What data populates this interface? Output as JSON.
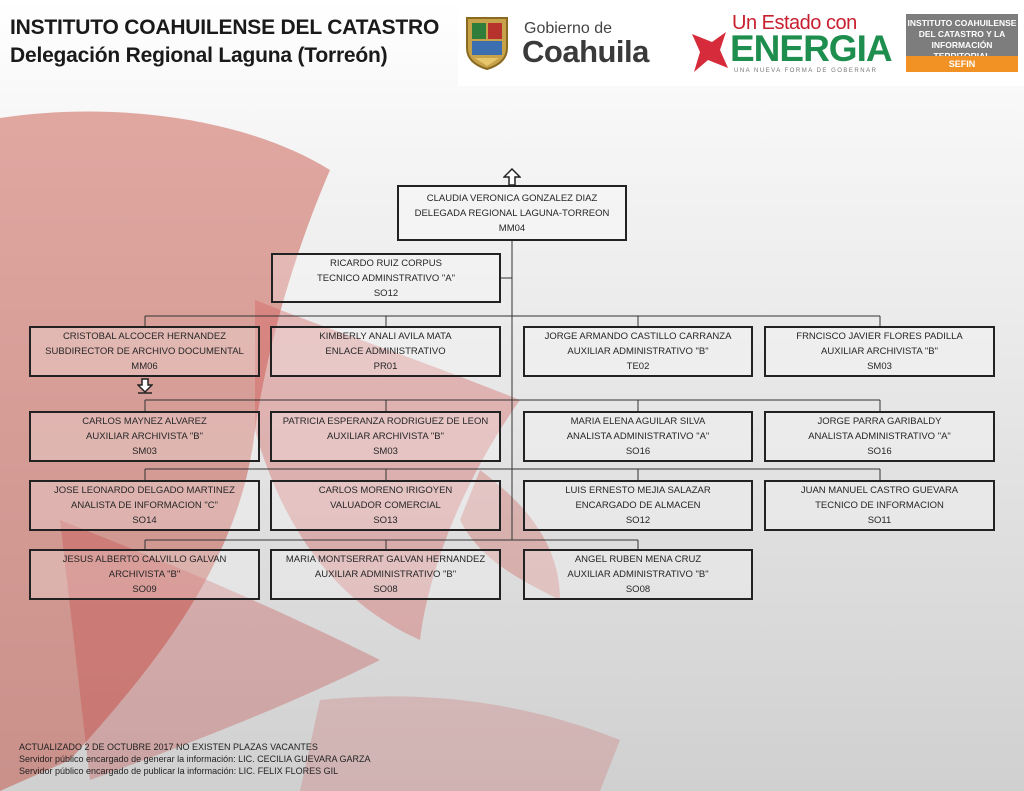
{
  "header": {
    "title_line1": "INSTITUTO COAHUILENSE DEL CATASTRO",
    "title_line2": "Delegación Regional Laguna (Torreón)"
  },
  "logos": {
    "gobierno_small": "Gobierno de",
    "gobierno_big": "Coahuila",
    "estado_small": "Un Estado con",
    "estado_big": "ENERGIA",
    "estado_tagline": "UNA NUEVA FORMA DE GOBERNAR",
    "institute_line1": "INSTITUTO COAHUILENSE",
    "institute_line2": "DEL CATASTRO Y LA",
    "institute_line3": "INFORMACIÓN TERRITORIAL",
    "institute_badge": "SEFIN"
  },
  "nodes": [
    {
      "name": "CLAUDIA VERONICA GONZALEZ DIAZ",
      "role": "DELEGADA REGIONAL LAGUNA-TORREON",
      "code": "MM04"
    },
    {
      "name": "RICARDO RUIZ CORPUS",
      "role": "TECNICO ADMINSTRATIVO \"A\"",
      "code": "SO12"
    },
    {
      "name": "CRISTOBAL ALCOCER HERNANDEZ",
      "role": "SUBDIRECTOR DE ARCHIVO DOCUMENTAL",
      "code": "MM06"
    },
    {
      "name": "KIMBERLY ANALI AVILA MATA",
      "role": "ENLACE ADMINISTRATIVO",
      "code": "PR01"
    },
    {
      "name": "JORGE ARMANDO CASTILLO CARRANZA",
      "role": "AUXILIAR ADMINISTRATIVO \"B\"",
      "code": "TE02"
    },
    {
      "name": "FRNCISCO JAVIER FLORES PADILLA",
      "role": "AUXILIAR ARCHIVISTA \"B\"",
      "code": "SM03"
    },
    {
      "name": "CARLOS MAYNEZ ALVAREZ",
      "role": "AUXILIAR ARCHIVISTA \"B\"",
      "code": "SM03"
    },
    {
      "name": "PATRICIA ESPERANZA RODRIGUEZ DE LEON",
      "role": "AUXILIAR ARCHIVISTA \"B\"",
      "code": "SM03"
    },
    {
      "name": "MARIA ELENA AGUILAR SILVA",
      "role": "ANALISTA  ADMINISTRATIVO \"A\"",
      "code": "SO16"
    },
    {
      "name": "JORGE PARRA GARIBALDY",
      "role": "ANALISTA  ADMINISTRATIVO \"A\"",
      "code": "SO16"
    },
    {
      "name": "JOSE LEONARDO DELGADO MARTINEZ",
      "role": "ANALISTA DE INFORMACION \"C\"",
      "code": "SO14"
    },
    {
      "name": "CARLOS MORENO IRIGOYEN",
      "role": "VALUADOR COMERCIAL",
      "code": "SO13"
    },
    {
      "name": "LUIS ERNESTO MEJIA SALAZAR",
      "role": "ENCARGADO DE ALMACEN",
      "code": "SO12"
    },
    {
      "name": "JUAN MANUEL CASTRO GUEVARA",
      "role": "TECNICO DE INFORMACION",
      "code": "SO11"
    },
    {
      "name": "JESUS ALBERTO CALVILLO GALVAN",
      "role": "ARCHIVISTA \"B\"",
      "code": "SO09"
    },
    {
      "name": "MARIA MONTSERRAT GALVAN HERNANDEZ",
      "role": "AUXILIAR ADMINISTRATIVO \"B\"",
      "code": "SO08"
    },
    {
      "name": "ANGEL RUBEN MENA CRUZ",
      "role": "AUXILIAR ADMINISTRATIVO \"B\"",
      "code": "SO08"
    }
  ],
  "footer": {
    "line1": "ACTUALIZADO 2 DE OCTUBRE 2017 NO EXISTEN PLAZAS VACANTES",
    "line2": "Servidor público encargado de generar la información: LIC. CECILIA GUEVARA GARZA",
    "line3": "Servidor público encargado de publicar la información: LIC. FELIX FLORES GIL"
  }
}
